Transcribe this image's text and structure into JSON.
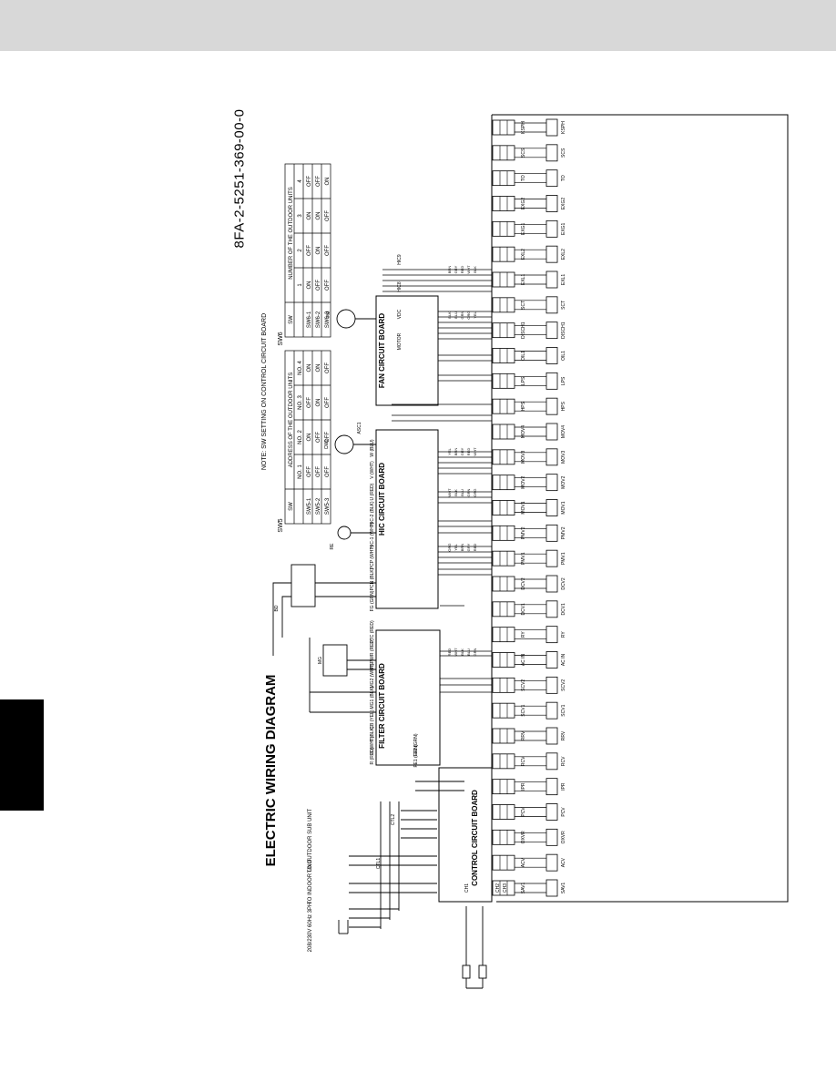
{
  "doc_number": "8FA-2-5251-369-00-0",
  "title": "ELECTRIC WIRING DIAGRAM",
  "note": "NOTE: SW SETTING ON CONTROL CIRCUIT BOARD",
  "sw5_table": {
    "label": "SW5",
    "header": [
      "SW",
      "ADDRESS OF THE OUTDOOR UNITS"
    ],
    "columns": [
      "NO. 1",
      "NO. 2",
      "NO. 3",
      "NO. 4"
    ],
    "rows": [
      {
        "sw": "SW5-1",
        "values": [
          "OFF",
          "ON",
          "OFF",
          "ON"
        ]
      },
      {
        "sw": "SW5-2",
        "values": [
          "OFF",
          "OFF",
          "ON",
          "ON"
        ]
      },
      {
        "sw": "SW5-3",
        "values": [
          "OFF",
          "OFF",
          "OFF",
          "OFF"
        ]
      }
    ]
  },
  "sw6_table": {
    "label": "SW6",
    "header": [
      "SW",
      "NUMBER OF THE OUTDOOR UNITS"
    ],
    "columns": [
      "1",
      "2",
      "3",
      "4"
    ],
    "rows": [
      {
        "sw": "SW6-1",
        "values": [
          "ON",
          "OFF",
          "ON",
          "OFF"
        ]
      },
      {
        "sw": "SW6-2",
        "values": [
          "OFF",
          "ON",
          "ON",
          "OFF"
        ]
      },
      {
        "sw": "SW6-3",
        "values": [
          "OFF",
          "OFF",
          "OFF",
          "ON"
        ]
      }
    ]
  },
  "boards": {
    "filter": "FILTER CIRCUIT BOARD",
    "hic": "HIC CIRCUIT BOARD",
    "fan": "FAN CIRCUIT BOARD",
    "control": "CONTROL CIRCUIT BOARD"
  },
  "supply": {
    "power": "208/230V 60Hz 3PH",
    "to_indoor": "TO INDOOR UNIT",
    "to_outdoor": "TO OUTDOOR SUB UNIT"
  },
  "wire_colors": [
    "RED",
    "WHT",
    "BLK",
    "BLU",
    "GRN",
    "ORG",
    "YEL",
    "BRN",
    "GRY"
  ],
  "terminals": {
    "filter": [
      "R (RED)",
      "S (WHT)",
      "T (BLK)",
      "FE1 (GRN)",
      "FE2 (GRN)",
      "CB (YEL)",
      "MG1 (BLK)",
      "MG2 (WHT)",
      "PSPWR (RED)",
      "PTC (RED)"
    ],
    "hic": [
      "FG (GRN)",
      "PCN (BLK)",
      "PCP (WHT)",
      "HIC-1 (WHT)",
      "HIC-2 (BLK)",
      "U (RED)",
      "V (WHT)",
      "W (BLU)"
    ],
    "fan": [
      "MOTOR",
      "VDC",
      "HIC8",
      "HIC9"
    ],
    "parts": [
      "CTL1",
      "CTL2",
      "CH1",
      "CH2",
      "CH3",
      "BD",
      "RE",
      "MG",
      "CM1",
      "ASC1",
      "FM"
    ]
  },
  "bottom_connectors": [
    "SAV1",
    "ACV",
    "OXVR",
    "PCV",
    "IPR",
    "RCV",
    "RRV",
    "SCV1",
    "SCV2",
    "AC IN",
    "RY",
    "DCV1",
    "DCV2",
    "PMV1",
    "PMV2",
    "MOV1",
    "MOV2",
    "MOV3",
    "MOV4",
    "HPS",
    "LPS",
    "OIL1",
    "DISCH1",
    "SCT",
    "EXL1",
    "EXL2",
    "EXG1",
    "EXG2",
    "TO",
    "SCS",
    "KSPH"
  ],
  "colors": {
    "band": "#d8d8d8",
    "ink": "#000000",
    "tab": "#000000"
  }
}
